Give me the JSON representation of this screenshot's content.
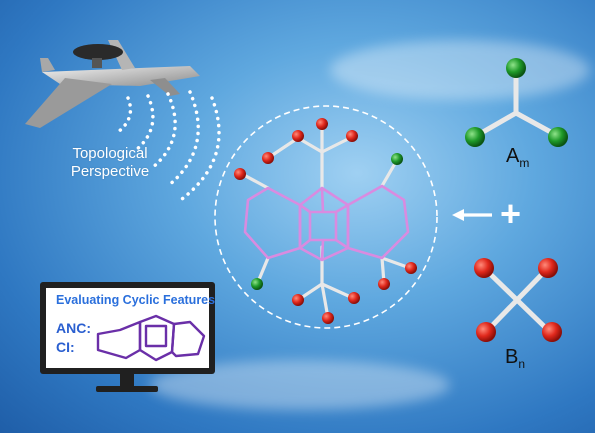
{
  "annotations": {
    "perspective_line1": "Topological",
    "perspective_line2": "Perspective"
  },
  "monitor": {
    "title": "Evaluating Cyclic Features",
    "anc_label": "ANC:",
    "ci_label": "CI:"
  },
  "building_blocks": {
    "a_letter": "A",
    "a_sub": "m",
    "b_letter": "B",
    "b_sub": "n",
    "plus": "+"
  },
  "colors": {
    "red_atom": "#e0281c",
    "green_atom": "#1f9a2a",
    "bond_pink": "#d98be0",
    "bond_white": "#e8e8e8",
    "monitor_ring": "#6a2fa8",
    "monitor_title": "#2a6fdc"
  }
}
